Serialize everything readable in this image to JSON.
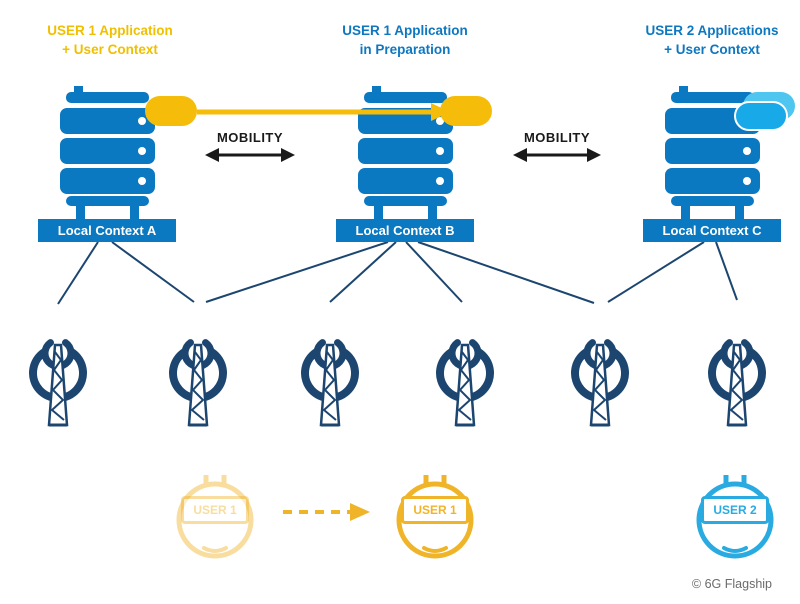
{
  "captions": {
    "a": {
      "line1": "USER 1 Application",
      "line2": "+ User Context"
    },
    "b": {
      "line1": "USER 1 Application",
      "line2": "in Preparation"
    },
    "c": {
      "line1": "USER 2 Applications",
      "line2": "+ User Context"
    }
  },
  "contexts": {
    "a": "Local Context A",
    "b": "Local Context B",
    "c": "Local Context C"
  },
  "mobility": {
    "label_left": "MOBILITY",
    "label_right": "MOBILITY"
  },
  "users": {
    "ghost": "USER 1",
    "active": "USER 1",
    "user2": "USER 2"
  },
  "credit": "© 6G Flagship",
  "colors": {
    "server_blue": "#0A79C1",
    "navy": "#1C4670",
    "gold": "#F5BD0A",
    "cyan": "#29ABE2",
    "caption_gold": "#F0C000",
    "caption_blue": "#0D77C0"
  }
}
